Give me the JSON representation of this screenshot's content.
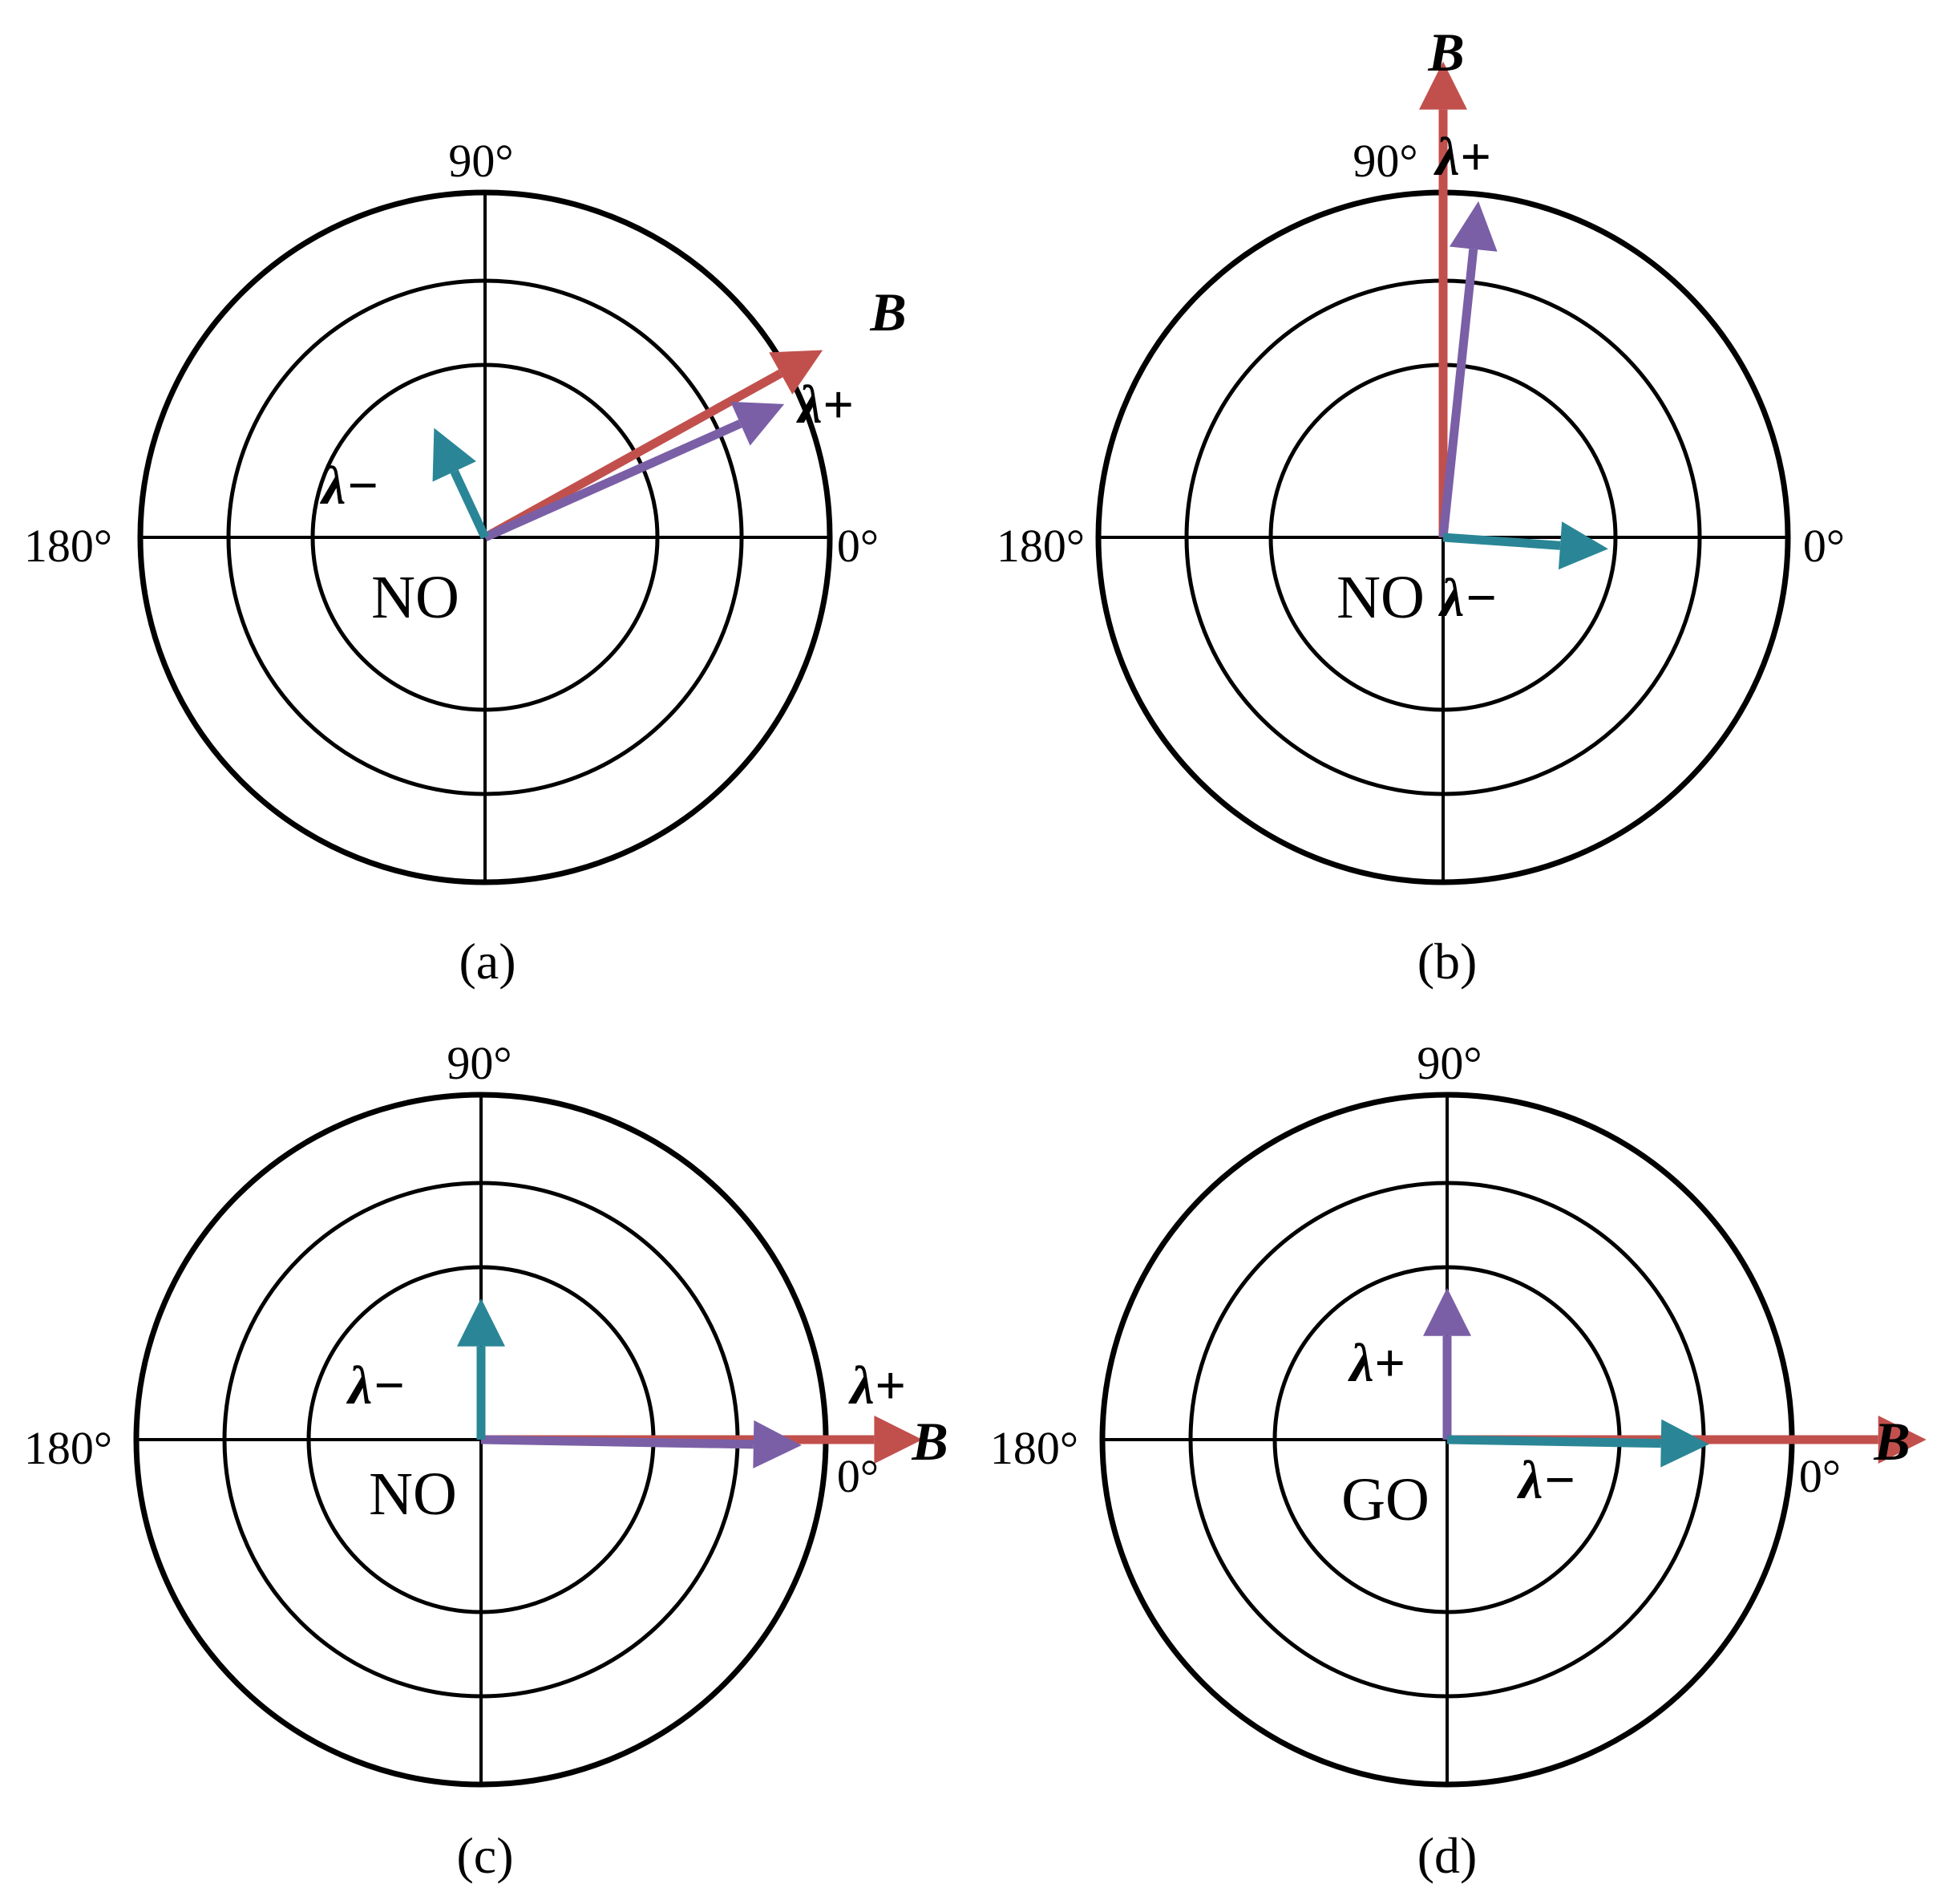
{
  "colors": {
    "B": "#c1504d",
    "lambda_plus": "#7a5fa6",
    "lambda_minus": "#2a8696",
    "grid": "#000000"
  },
  "labels": {
    "deg0": "0°",
    "deg90": "90°",
    "deg180": "180°",
    "B": "B",
    "lambda_plus": "λ+",
    "lambda_minus": "λ−"
  },
  "panels": [
    {
      "caption": "(a)",
      "case": "NO",
      "vectors": [
        {
          "label": "B",
          "angle": 29,
          "length": 1.12
        },
        {
          "label": "λ+",
          "angle": 24,
          "length": 0.95
        },
        {
          "label": "λ−",
          "angle": 115,
          "length": 0.35
        }
      ]
    },
    {
      "caption": "(b)",
      "case": "NO",
      "vectors": [
        {
          "label": "B",
          "angle": 90,
          "length": 1.38
        },
        {
          "label": "λ+",
          "angle": 84,
          "length": 0.98
        },
        {
          "label": "λ−",
          "angle": -4,
          "length": 0.48
        }
      ]
    },
    {
      "caption": "(c)",
      "case": "NO",
      "vectors": [
        {
          "label": "B",
          "angle": 0,
          "length": 1.28
        },
        {
          "label": "λ+",
          "angle": -1,
          "length": 0.93
        },
        {
          "label": "λ−",
          "angle": 90,
          "length": 0.41
        }
      ]
    },
    {
      "caption": "(d)",
      "case": "GO",
      "vectors": [
        {
          "label": "B",
          "angle": 0,
          "length": 1.39
        },
        {
          "label": "λ+",
          "angle": 90,
          "length": 0.44
        },
        {
          "label": "λ−",
          "angle": -1,
          "length": 0.76
        }
      ]
    }
  ]
}
